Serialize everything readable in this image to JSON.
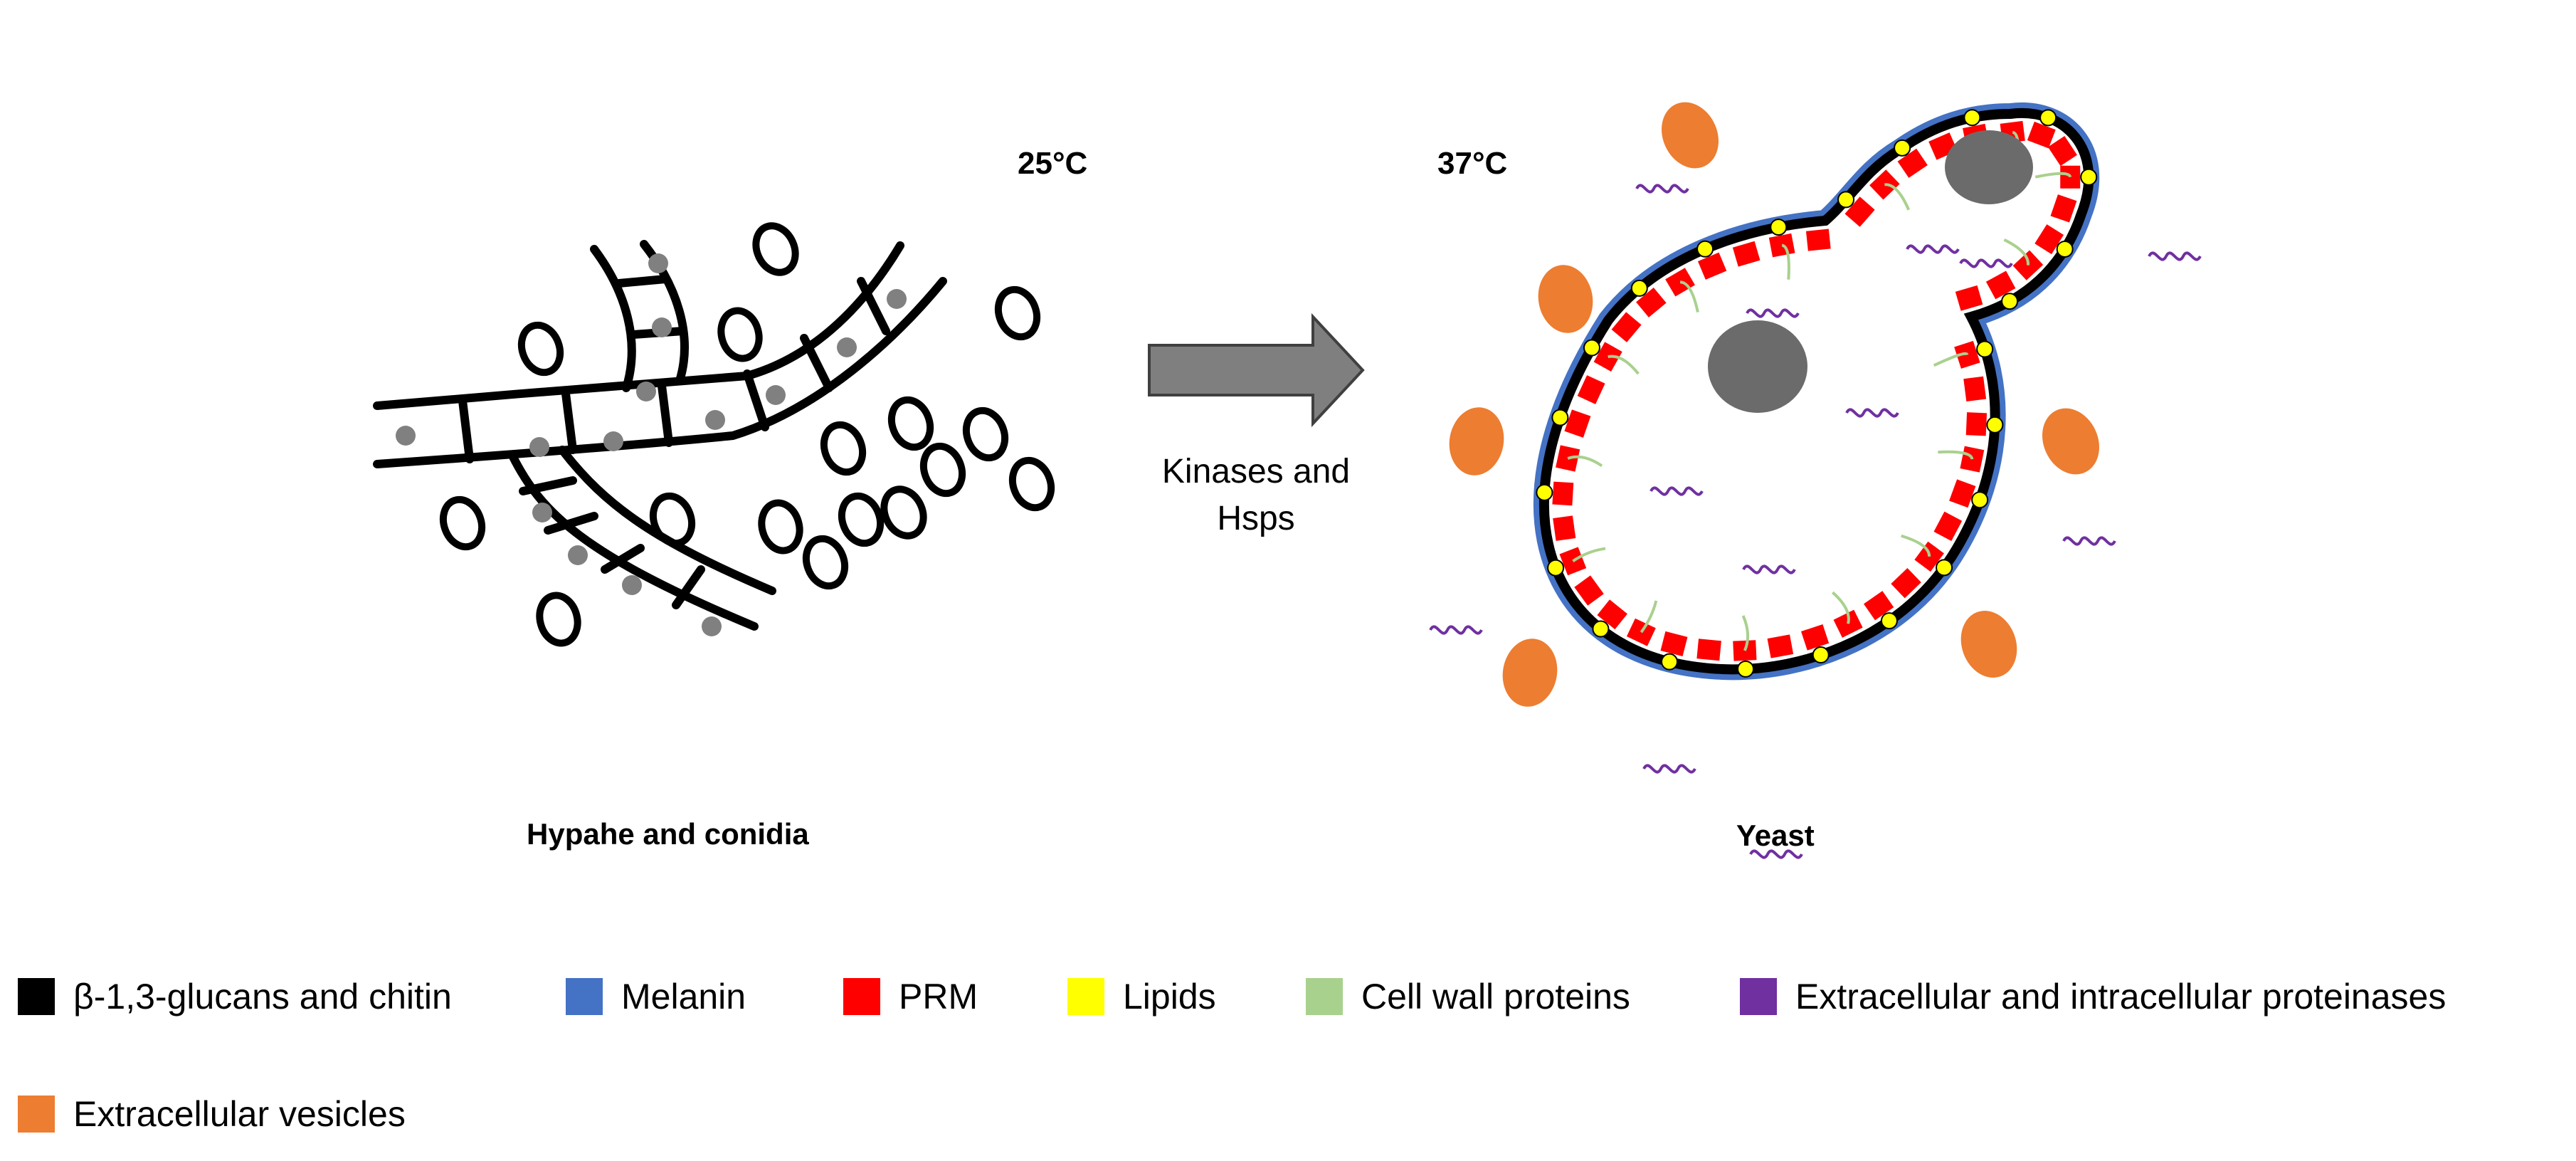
{
  "labels": {
    "temp_left": "25°C",
    "temp_right": "37°C",
    "arrow_line1": "Kinases and",
    "arrow_line2": "Hsps",
    "caption_left": "Hypahe and conidia",
    "caption_right": "Yeast"
  },
  "legend": [
    {
      "label": "β-1,3-glucans and chitin",
      "color": "#000000"
    },
    {
      "label": "Melanin",
      "color": "#4472C4"
    },
    {
      "label": "PRM",
      "color": "#FF0000"
    },
    {
      "label": "Lipids",
      "color": "#FFFF00"
    },
    {
      "label": "Cell wall proteins",
      "color": "#A9D18E"
    },
    {
      "label": "Extracellular and intracellular proteinases",
      "color": "#7030A0"
    },
    {
      "label": "Extracellular vesicles",
      "color": "#ED7D31"
    }
  ],
  "colors": {
    "nucleus": "#6b6b6b",
    "hyphae_dot": "#808080",
    "arrow_fill": "#7f7f7f",
    "arrow_stroke": "#404040"
  }
}
